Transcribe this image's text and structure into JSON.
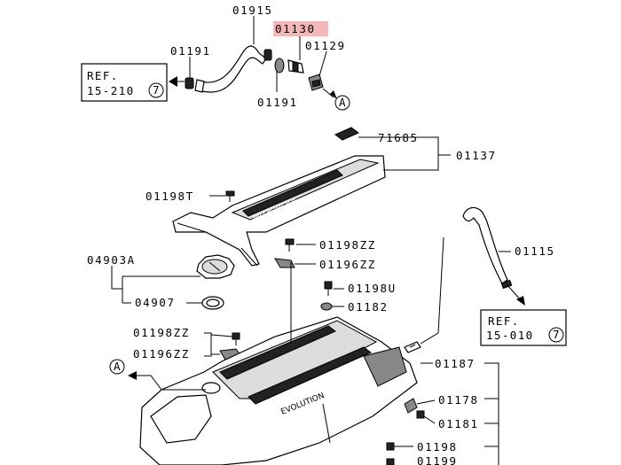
{
  "highlight_color": "#f4b6b6",
  "labels": {
    "p01915": "01915",
    "p01130": "01130",
    "p01129": "01129",
    "p01191a": "01191",
    "p01191b": "01191",
    "p71685": "71685",
    "p01137": "01137",
    "p01198T": "01198T",
    "p01115": "01115",
    "p04903A": "04903A",
    "p01198ZZa": "01198ZZ",
    "p01196ZZa": "01196ZZ",
    "p01198U": "01198U",
    "p04907": "04907",
    "p01182": "01182",
    "p01198ZZb": "01198ZZ",
    "p01196ZZb": "01196ZZ",
    "p01187": "01187",
    "p01178": "01178",
    "p01181": "01181",
    "p01198": "01198",
    "p01199": "01199"
  },
  "refs": {
    "ref1_line1": "REF.",
    "ref1_line2": "15-210",
    "ref1_circle": "7",
    "ref2_line1": "REF.",
    "ref2_line2": "15-010",
    "ref2_circle": "7"
  },
  "markers": {
    "a_top": "A",
    "a_left": "A"
  },
  "cover_text": "MITSUBISHI",
  "head_text": "EVOLUTION"
}
